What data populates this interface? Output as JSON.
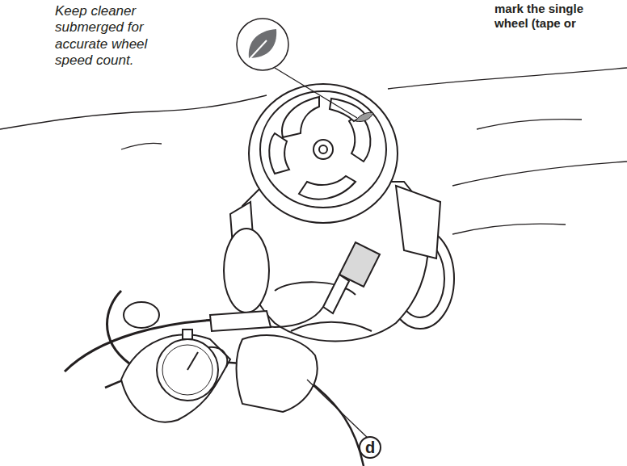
{
  "diagram": {
    "labels": [
      "Keep cleaner submerged for accurate wheel speed count.",
      "mark the single wheel (tape or",
      "d"
    ]
  }
}
